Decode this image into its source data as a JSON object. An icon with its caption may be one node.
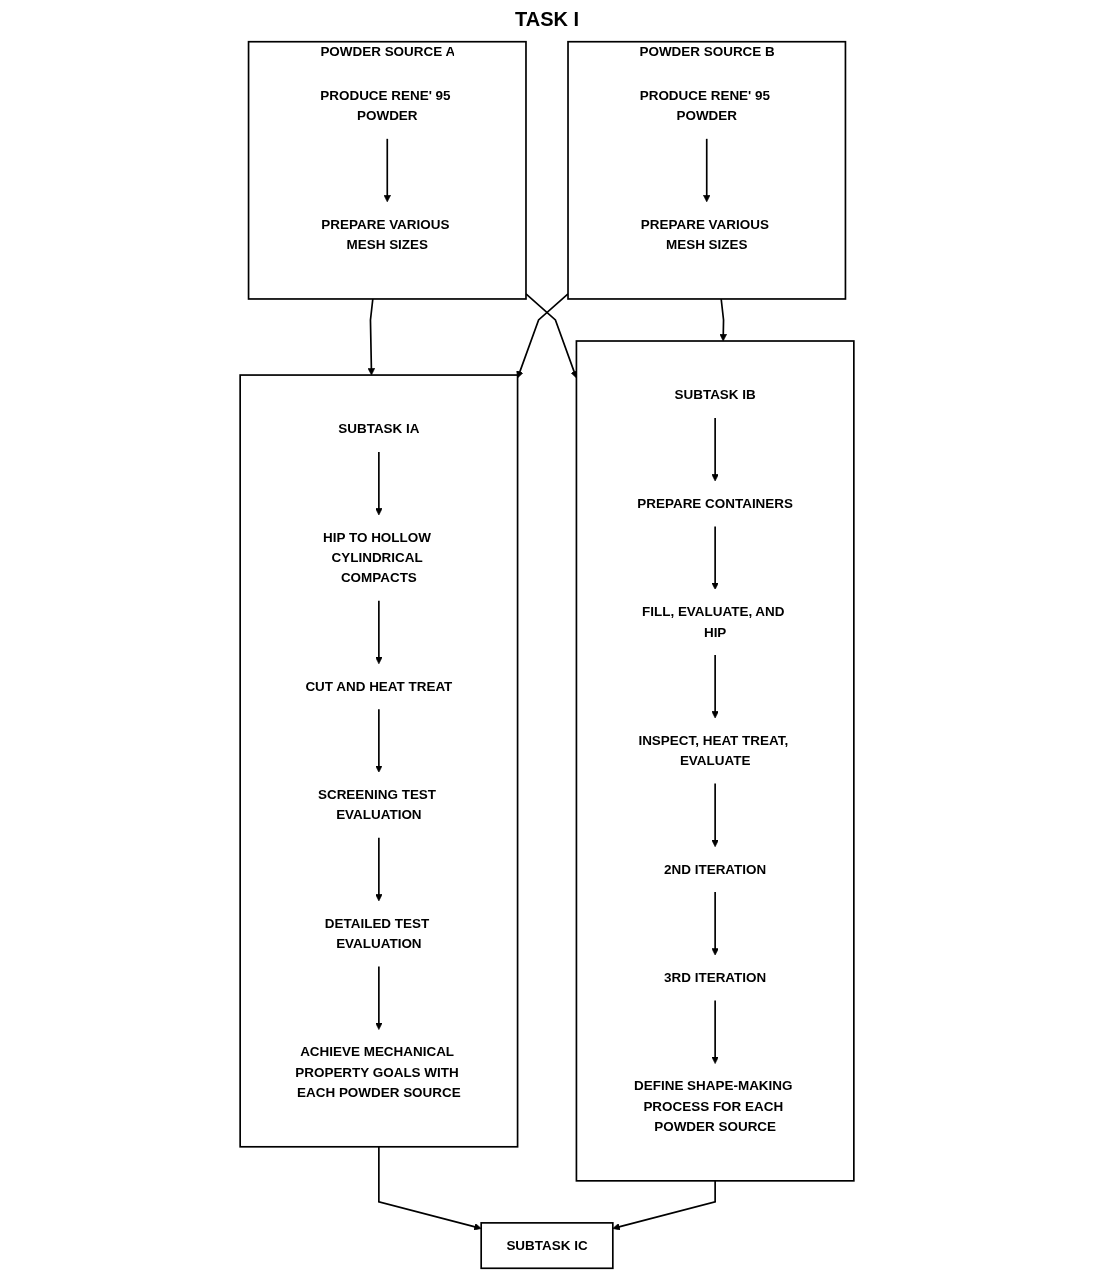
{
  "diagram": {
    "title": "TASK I",
    "nodes": [
      {
        "text": [
          "POWDER SOURCE A"
        ]
      },
      {
        "text": [
          "PRODUCE RENE' 95 POWDER"
        ],
        "in": 0
      },
      {
        "text": [
          "PREPARE VARIOUS MESH SIZES"
        ],
        "in": 0
      },
      {
        "text": [
          "POWDER SOURCE B"
        ]
      },
      {
        "text": [
          "PRODUCE RENE' 95 POWDER"
        ],
        "in": 3
      },
      {
        "text": [
          "PREPARE VARIOUS MESH SIZES"
        ],
        "in": 3
      },
      {
        "text": [],
        "shape": "box"
      },
      {
        "text": [
          "SUBTASK IA"
        ],
        "in": 6
      },
      {
        "text": [
          "HIP TO HOLLOW CYLINDRICAL COMPACTS"
        ],
        "in": 6
      },
      {
        "text": [
          "CUT AND HEAT TREAT"
        ],
        "in": 6
      },
      {
        "text": [
          "SCREENING TEST EVALUATION"
        ],
        "in": 6
      },
      {
        "text": [
          "DETAILED TEST EVALUATION"
        ],
        "in": 6
      },
      {
        "text": [
          "ACHIEVE MECHANICAL PROPERTY GOALS WITH EACH POWDER SOURCE"
        ],
        "in": 6
      },
      {
        "text": [],
        "shape": "box"
      },
      {
        "text": [
          "SUBTASK IB"
        ],
        "in": 13
      },
      {
        "text": [
          "PREPARE CONTAINERS"
        ],
        "in": 13
      },
      {
        "text": [
          "FILL, EVALUATE, AND HIP"
        ],
        "in": 13
      },
      {
        "text": [
          "INSPECT, HEAT TREAT, EVALUATE"
        ],
        "in": 13
      },
      {
        "text": [
          "2ND ITERATION"
        ],
        "in": 13
      },
      {
        "text": [
          "3RD ITERATION"
        ],
        "in": 13
      },
      {
        "text": [
          "DEFINE SHAPE-MAKING PROCESS FOR EACH POWDER SOURCE"
        ],
        "in": 13
      },
      {
        "text": [
          "SUBTASK IC"
        ]
      }
    ],
    "edges": [
      {
        "from": 1,
        "to": 2,
        "arrow": "to"
      },
      {
        "from": 4,
        "to": 5,
        "arrow": "to"
      },
      {
        "from": 0,
        "to": 6,
        "arrow": "to"
      },
      {
        "from": 0,
        "to": 13,
        "arrow": "to"
      },
      {
        "from": 3,
        "to": 6,
        "arrow": "to"
      },
      {
        "from": 3,
        "to": 13,
        "arrow": "to"
      },
      {
        "from": 7,
        "to": 8,
        "arrow": "to"
      },
      {
        "from": 8,
        "to": 9,
        "arrow": "to"
      },
      {
        "from": 9,
        "to": 10,
        "arrow": "to"
      },
      {
        "from": 10,
        "to": 11,
        "arrow": "to"
      },
      {
        "from": 11,
        "to": 12,
        "arrow": "to"
      },
      {
        "from": 14,
        "to": 15,
        "arrow": "to"
      },
      {
        "from": 15,
        "to": 16,
        "arrow": "to"
      },
      {
        "from": 16,
        "to": 17,
        "arrow": "to"
      },
      {
        "from": 17,
        "to": 18,
        "arrow": "to"
      },
      {
        "from": 18,
        "to": 19,
        "arrow": "to"
      },
      {
        "from": 19,
        "to": 20,
        "arrow": "to"
      },
      {
        "from": 6,
        "to": 21,
        "arrow": "to"
      },
      {
        "from": 13,
        "to": 21,
        "arrow": "to"
      }
    ]
  }
}
